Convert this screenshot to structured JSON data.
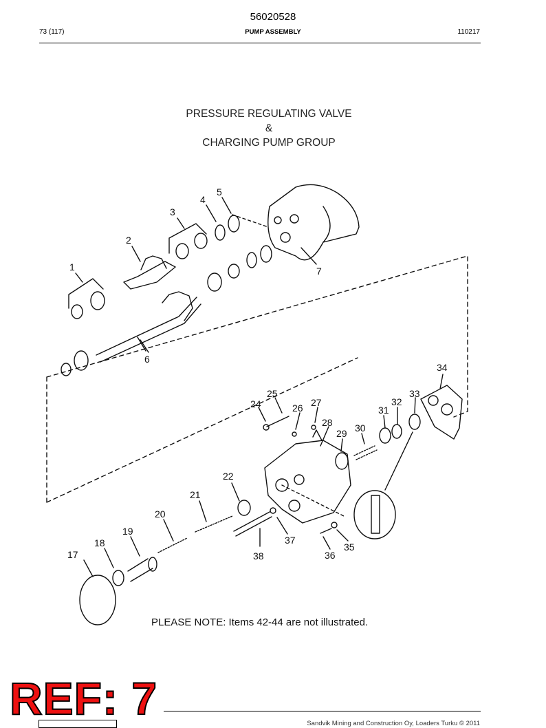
{
  "header": {
    "doc_number": "56020528",
    "page": "73 (117)",
    "section": "PUMP ASSEMBLY",
    "date_code": "110217"
  },
  "title": {
    "line1": "PRESSURE REGULATING VALVE",
    "line2": "&",
    "line3": "CHARGING PUMP GROUP"
  },
  "callouts": [
    "1",
    "2",
    "3",
    "4",
    "5",
    "6",
    "7",
    "17",
    "18",
    "19",
    "20",
    "21",
    "22",
    "24",
    "25",
    "26",
    "27",
    "28",
    "29",
    "30",
    "31",
    "32",
    "33",
    "34",
    "35",
    "36",
    "37",
    "38"
  ],
  "note": "PLEASE NOTE: Items 42-44 are not illustrated.",
  "ref_label": "REF: 7",
  "footer": {
    "copyright": "Sandvik Mining and Construction Oy, Loaders Turku © 2011"
  }
}
